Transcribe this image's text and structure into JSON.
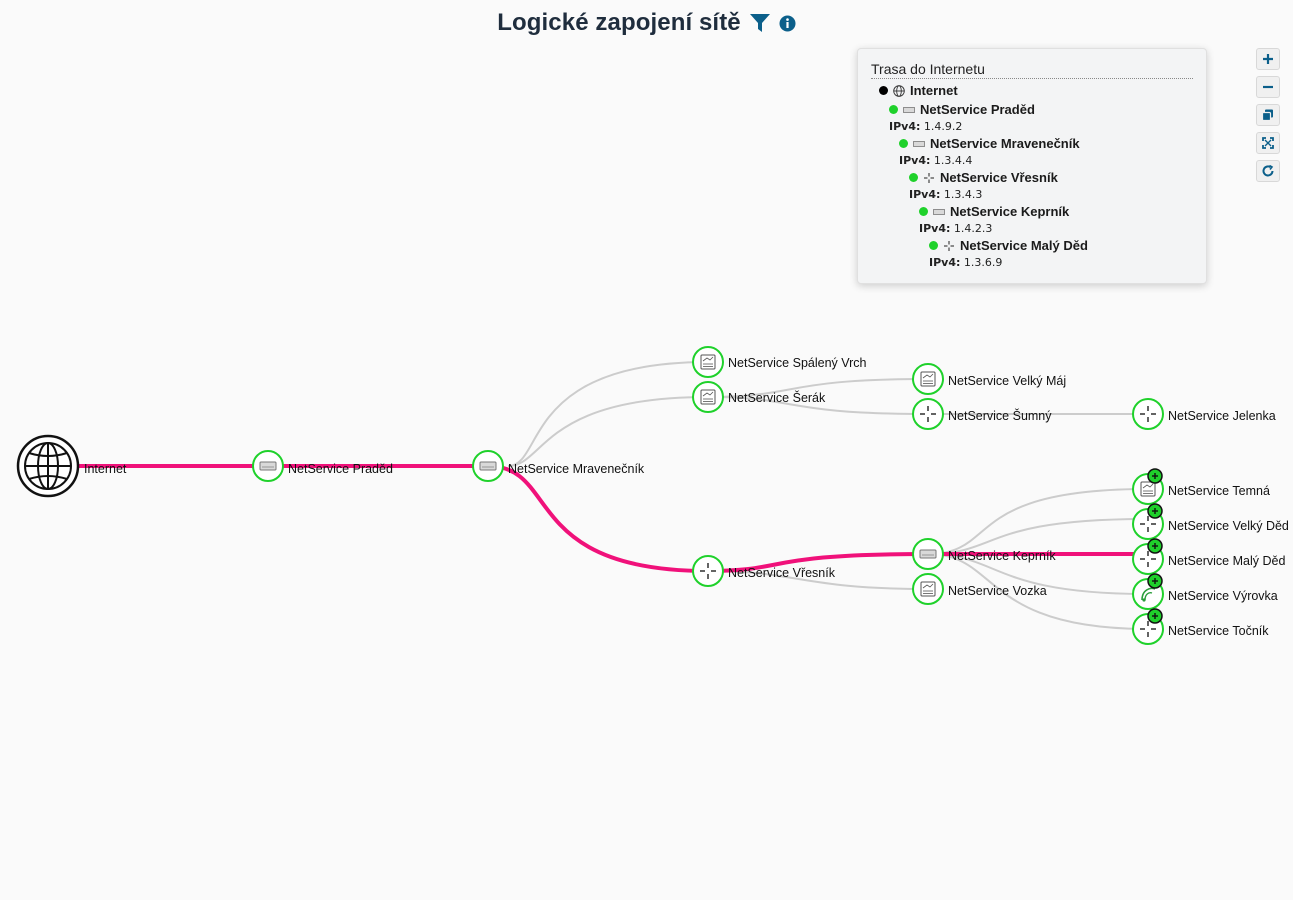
{
  "header": {
    "title": "Logické zapojení sítě",
    "filter_icon": "filter-icon",
    "info_icon": "info-icon"
  },
  "colors": {
    "accent": "#0b5f8a",
    "route": "#f0117a",
    "node_ok": "#1fd12b",
    "link": "#cccccc"
  },
  "nodes": {
    "internet": "Internet",
    "praded": "NetService Praděd",
    "mravenecnik": "NetService Mravenečník",
    "spaleny": "NetService Spálený Vrch",
    "serak": "NetService Šerák",
    "velky_maj": "NetService Velký Máj",
    "sumny": "NetService Šumný",
    "jelenka": "NetService Jelenka",
    "vresnik": "NetService Vřesník",
    "keprnik": "NetService Keprník",
    "vozka": "NetService Vozka",
    "temna": "NetService Temná",
    "velky_ded": "NetService Velký Děd",
    "maly_ded": "NetService Malý Děd",
    "vyrovka": "NetService Výrovka",
    "tocnik": "NetService Točník"
  },
  "route_panel": {
    "title": "Trasa do Internetu",
    "ip_label": "IPv4:",
    "items": [
      {
        "name": "Internet",
        "ip": ""
      },
      {
        "name": "NetService Praděd",
        "ip": "1.4.9.2"
      },
      {
        "name": "NetService Mravenečník",
        "ip": "1.3.4.4"
      },
      {
        "name": "NetService Vřesník",
        "ip": "1.3.4.3"
      },
      {
        "name": "NetService Keprník",
        "ip": "1.4.2.3"
      },
      {
        "name": "NetService Malý Děd",
        "ip": "1.3.6.9"
      }
    ]
  },
  "zoom_controls": [
    "zoom-in-icon",
    "zoom-out-icon",
    "copy-icon",
    "fit-icon",
    "refresh-icon"
  ]
}
